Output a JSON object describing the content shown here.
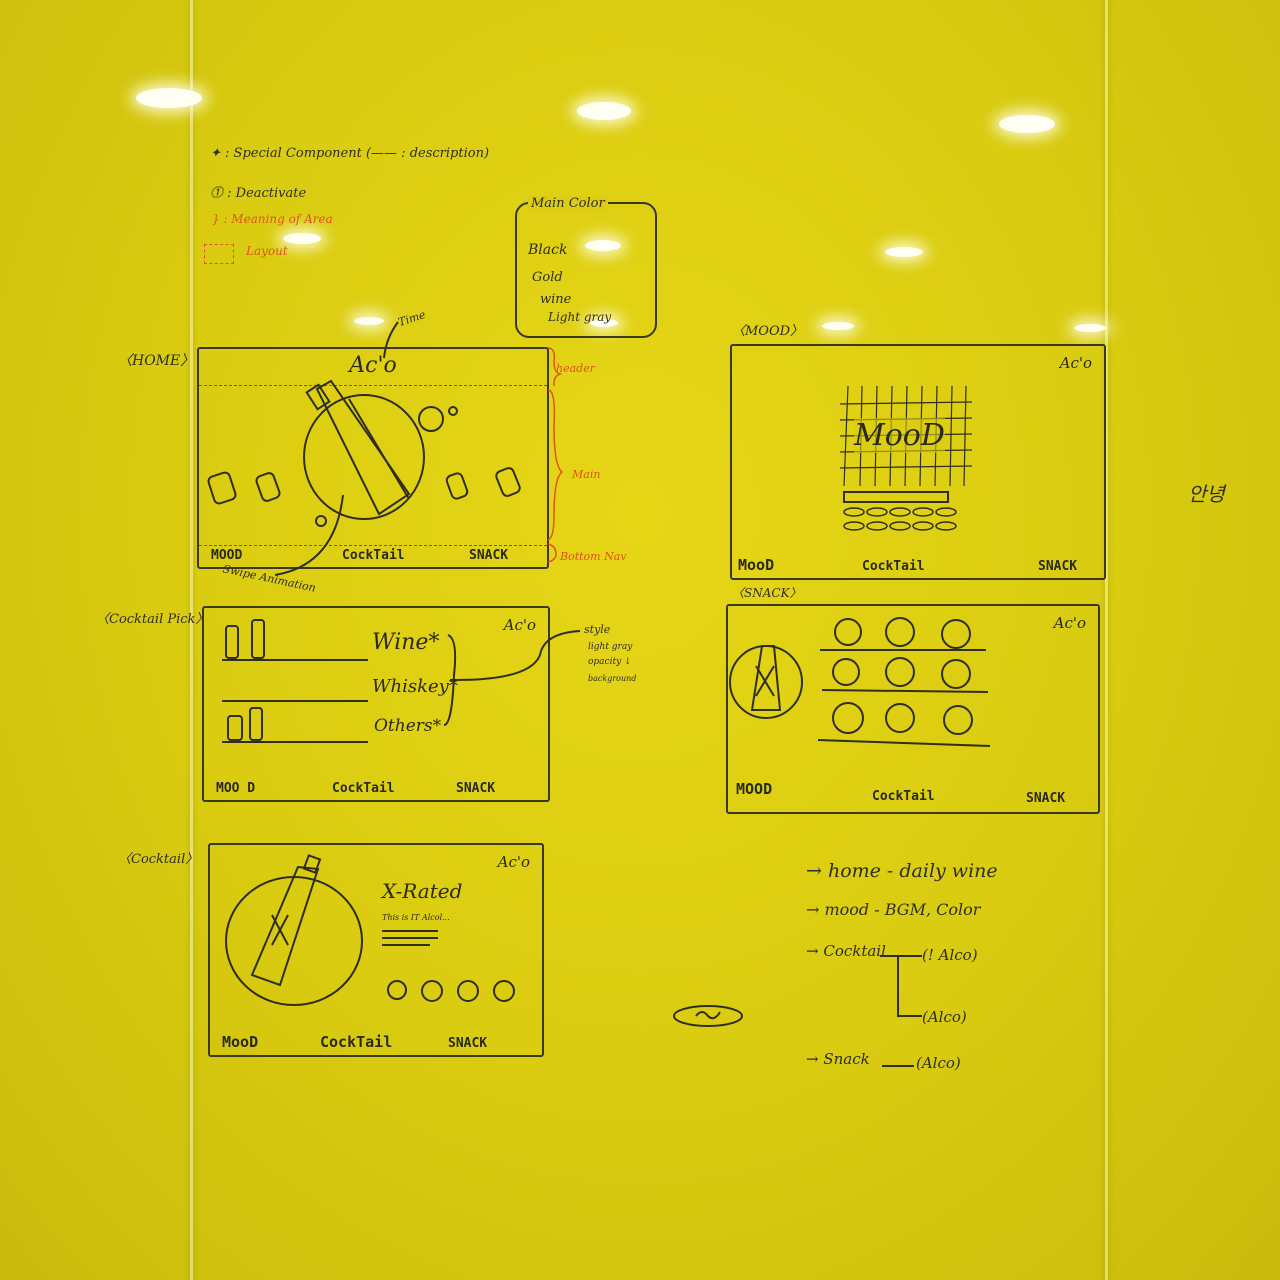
{
  "legend": {
    "special": "✦ : Special Component (—— : description)",
    "deactivate": "⓵ : Deactivate",
    "meaning": "} : Meaning of Area",
    "layout": "Layout"
  },
  "main_color": {
    "title": "Main Color",
    "items": [
      "Black",
      "Gold",
      "wine",
      "Light gray"
    ]
  },
  "screens": {
    "home": {
      "label": "〈HOME〉",
      "logo": "Ac'o",
      "time_note": "Time",
      "nav": [
        "MOOD",
        "CockTail",
        "SNACK"
      ],
      "swipe_note": "Swipe Animation",
      "areas": [
        "header",
        "Main",
        "Bottom Nav"
      ]
    },
    "mood": {
      "label": "〈MOOD〉",
      "logo": "Ac'o",
      "center_text": "MooD",
      "nav": [
        "MooD",
        "CockTail",
        "SNACK"
      ]
    },
    "cocktail_pick": {
      "label": "〈Cocktail Pick〉",
      "logo": "Ac'o",
      "items": [
        "Wine*",
        "Whiskey*",
        "Others*"
      ],
      "nav": [
        "MOO D",
        "CockTail",
        "SNACK"
      ],
      "style_note": [
        "style",
        "light gray",
        "opacity ↓",
        "background"
      ]
    },
    "snack": {
      "label": "〈SNACK〉",
      "logo": "Ac'o",
      "nav": [
        "MOOD",
        "CockTail",
        "SNACK"
      ]
    },
    "cocktail": {
      "label": "〈Cocktail〉",
      "logo": "Ac'o",
      "title": "X-Rated",
      "desc": "This is IT Alcol...",
      "nav": [
        "MooD",
        "CockTail",
        "SNACK"
      ]
    }
  },
  "flow": {
    "line1": "→ home - daily wine",
    "line2": "→ mood - BGM, Color",
    "line3": "→ Cocktail",
    "branch1": "(! Alco)",
    "branch2": "(Alco)",
    "line4": "→ Snack",
    "branch3": "(Alco)"
  },
  "side_note": "안녕",
  "palette": {
    "background": "#d9cb10",
    "ink": "#2f2e22",
    "accent": "#e0541c"
  }
}
